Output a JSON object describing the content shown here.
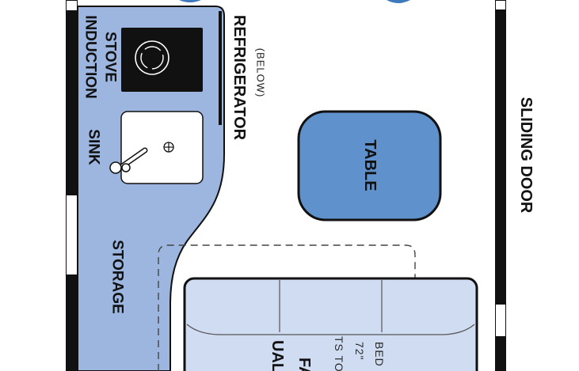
{
  "labels": {
    "induction_stove": [
      "INDUCTION",
      "STOVE"
    ],
    "sink": "SINK",
    "refrigerator": "REFRIGERATOR",
    "refrigerator_note": "(BELOW)",
    "table": "TABLE",
    "sliding_door": "SLIDING DOOR",
    "storage": "STORAGE",
    "sofa_partial": [
      "UAL",
      "FA"
    ],
    "bed_note_partial": [
      "TS TO",
      "72\"",
      "BED"
    ]
  },
  "colors": {
    "counter_fill": "#9cb6df",
    "table_fill": "#5f91cc",
    "sofa_fill": "#cfdcf1",
    "wall": "#111111",
    "accent_blue": "#3f79bd",
    "stove": "#111111",
    "sink_basin": "#ffffff"
  },
  "icons": {
    "stove": "induction-burner-icon",
    "faucet": "faucet-icon",
    "drain": "drain-icon"
  }
}
